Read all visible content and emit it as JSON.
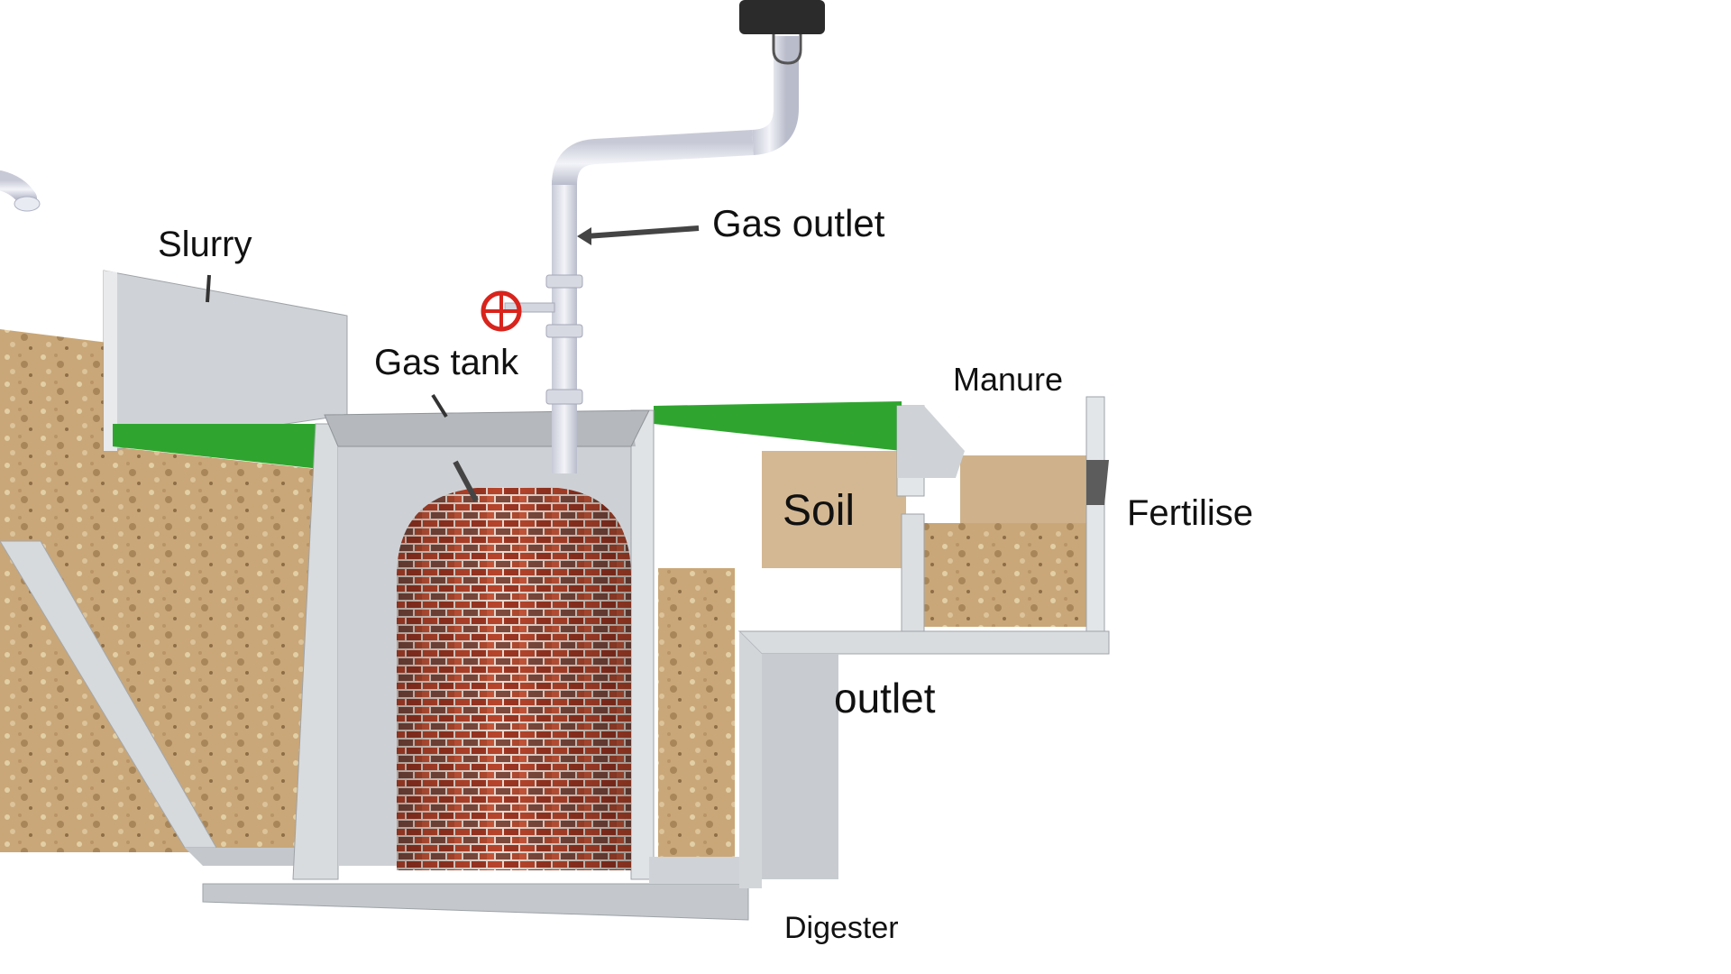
{
  "labels": {
    "slurry": "Slurry",
    "gas_outlet": "Gas outlet",
    "gas_tank": "Gas tank",
    "manure": "Manure",
    "soil": "Soil",
    "fertilise": "Fertilise",
    "outlet": "outlet",
    "digester": "Digester"
  },
  "colors": {
    "concrete": "#c9cdd1",
    "concrete_light": "#dde0e3",
    "grass": "#2fa52f",
    "earth": "#c9a778",
    "soil_fill": "#d4b894",
    "brick": "#b8452c",
    "valve": "#d8241c",
    "pipe": "#e4e6ee"
  },
  "icons": {
    "valve": "valve-wheel-icon",
    "lamp": "lamp-icon"
  }
}
